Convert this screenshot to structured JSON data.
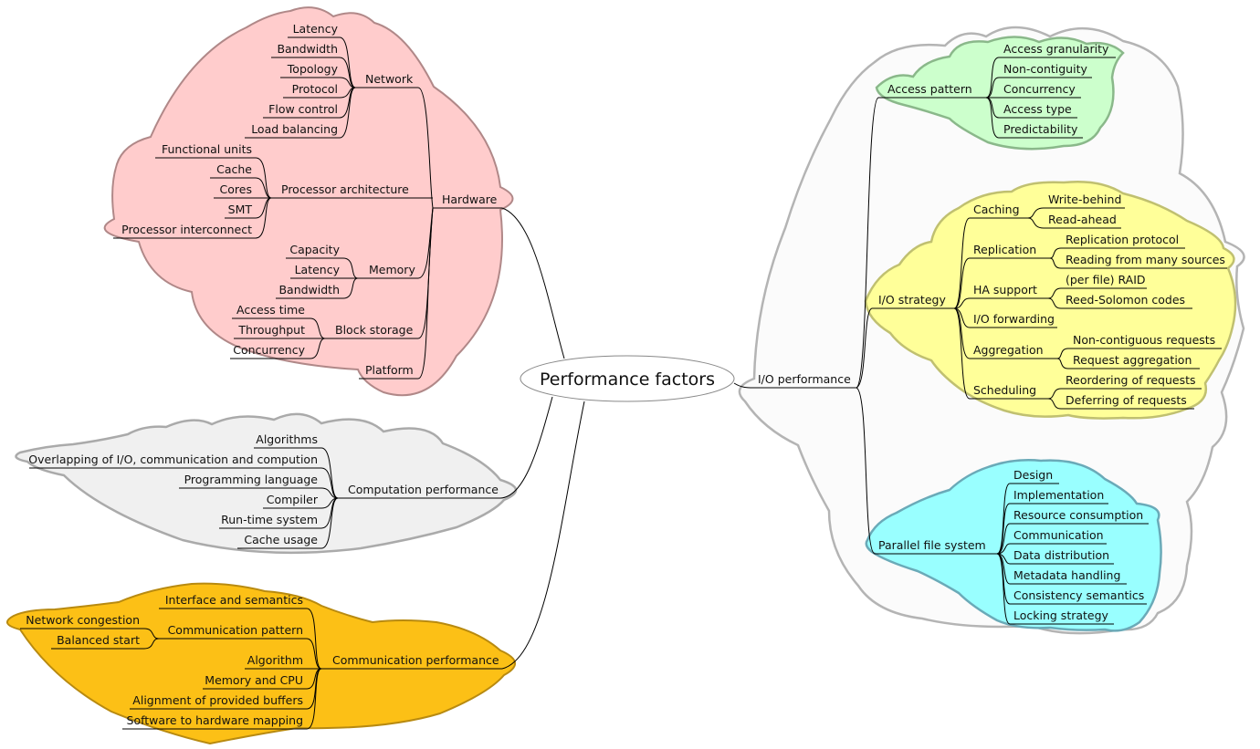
{
  "root": "Performance factors",
  "colors": {
    "hardware": "#ffcccc",
    "hardware_border": "#b08888",
    "computation": "#f0f0f0",
    "computation_border": "#aaaaaa",
    "communication": "#fcc016",
    "communication_border": "#b88a10",
    "io_outer": "#fbfbfb",
    "io_outer_border": "#b4b4b4",
    "access_pattern": "#ccffcc",
    "access_pattern_border": "#8ab88a",
    "io_strategy": "#ffff99",
    "io_strategy_border": "#c0c070",
    "parallel_fs": "#99ffff",
    "parallel_fs_border": "#6aaab8"
  },
  "hardware": {
    "label": "Hardware",
    "network": {
      "label": "Network",
      "items": [
        "Latency",
        "Bandwidth",
        "Topology",
        "Protocol",
        "Flow control",
        "Load balancing"
      ]
    },
    "processor": {
      "label": "Processor architecture",
      "items": [
        "Functional units",
        "Cache",
        "Cores",
        "SMT",
        "Processor interconnect"
      ]
    },
    "memory": {
      "label": "Memory",
      "items": [
        "Capacity",
        "Latency",
        "Bandwidth"
      ]
    },
    "block_storage": {
      "label": "Block storage",
      "items": [
        "Access time",
        "Throughput",
        "Concurrency"
      ]
    },
    "platform": "Platform"
  },
  "computation": {
    "label": "Computation performance",
    "items": [
      "Algorithms",
      "Overlapping of I/O, communication and compution",
      "Programming language",
      "Compiler",
      "Run-time system",
      "Cache usage"
    ]
  },
  "communication": {
    "label": "Communication performance",
    "interface": "Interface and semantics",
    "pattern": {
      "label": "Communication pattern",
      "items": [
        "Network congestion",
        "Balanced start"
      ]
    },
    "items": [
      "Algorithm",
      "Memory and CPU",
      "Alignment of provided buffers",
      "Software to hardware mapping"
    ]
  },
  "io": {
    "label": "I/O performance",
    "access_pattern": {
      "label": "Access pattern",
      "items": [
        "Access granularity",
        "Non-contiguity",
        "Concurrency",
        "Access type",
        "Predictability"
      ]
    },
    "io_strategy": {
      "label": "I/O strategy",
      "caching": {
        "label": "Caching",
        "items": [
          "Write-behind",
          "Read-ahead"
        ]
      },
      "replication": {
        "label": "Replication",
        "items": [
          "Replication protocol",
          "Reading from many sources"
        ]
      },
      "ha": {
        "label": "HA support",
        "items": [
          "(per file) RAID",
          "Reed-Solomon codes"
        ]
      },
      "forwarding": "I/O forwarding",
      "aggregation": {
        "label": "Aggregation",
        "items": [
          "Non-contiguous requests",
          "Request aggregation"
        ]
      },
      "scheduling": {
        "label": "Scheduling",
        "items": [
          "Reordering of requests",
          "Deferring of requests"
        ]
      }
    },
    "parallel_fs": {
      "label": "Parallel file system",
      "items": [
        "Design",
        "Implementation",
        "Resource consumption",
        "Communication",
        "Data distribution",
        "Metadata handling",
        "Consistency semantics",
        "Locking strategy"
      ]
    }
  }
}
